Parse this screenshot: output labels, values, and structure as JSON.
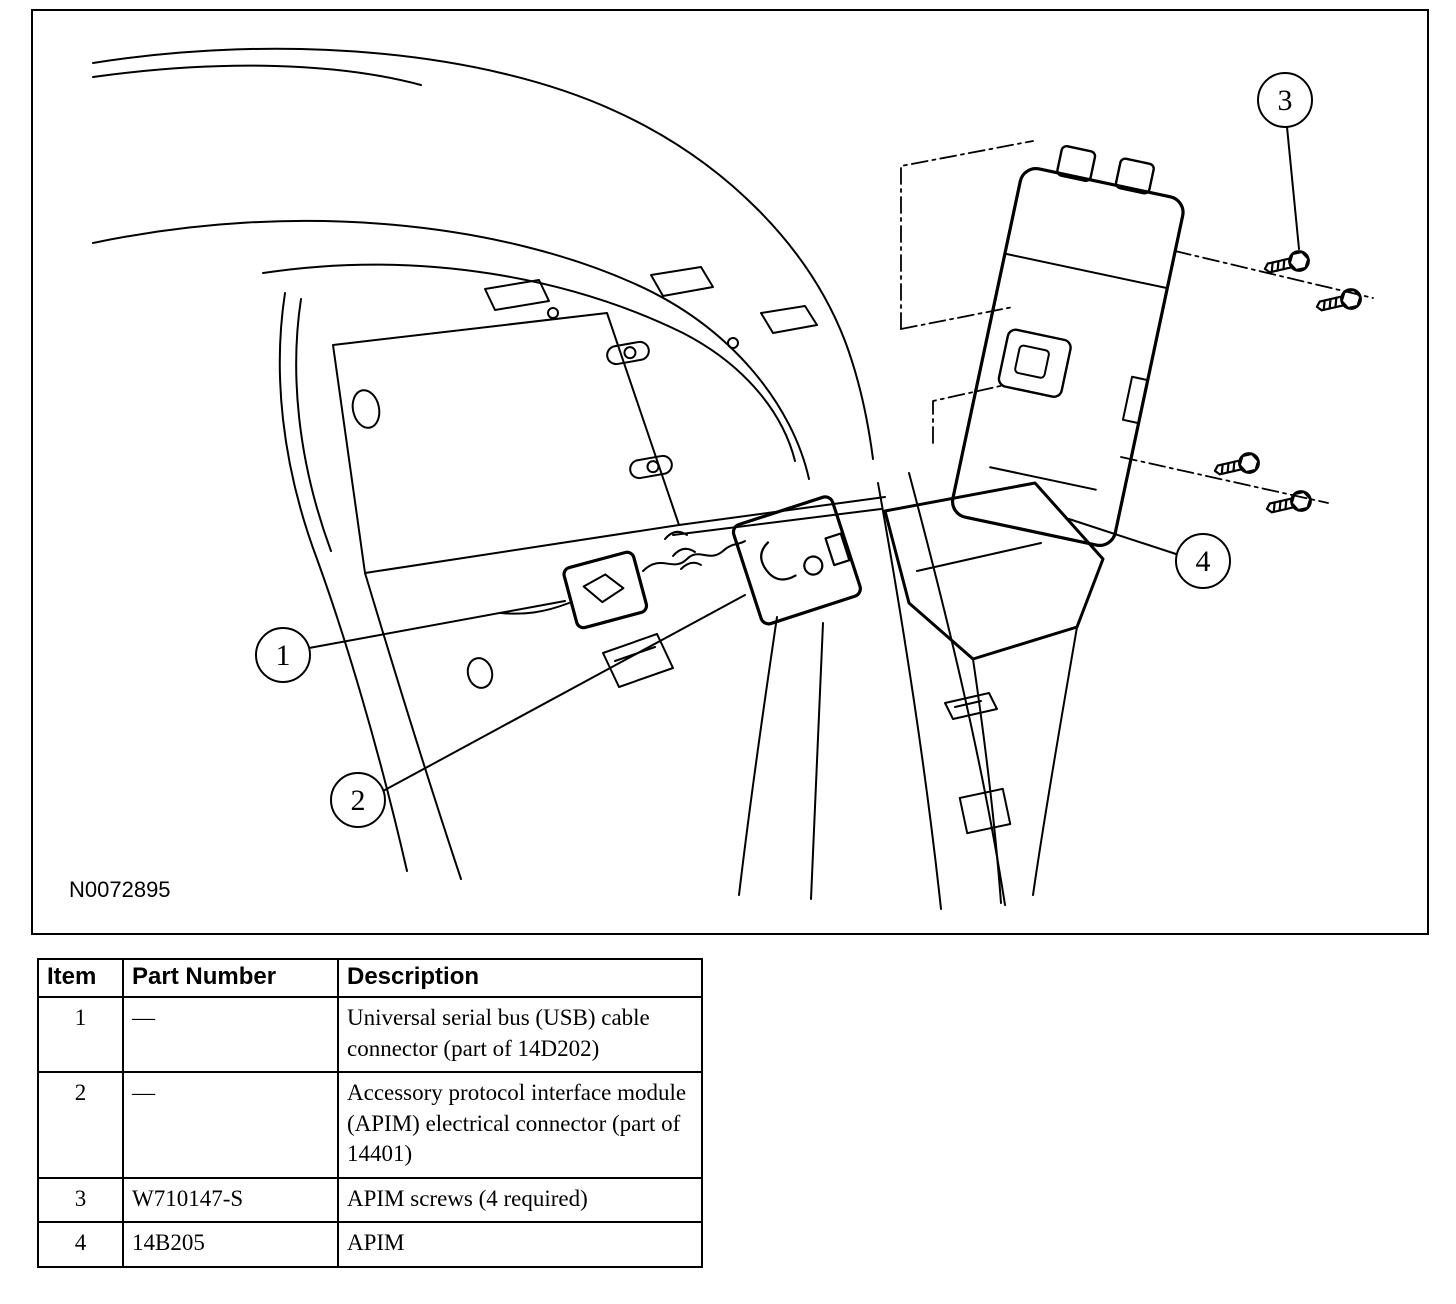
{
  "colors": {
    "ink": "#000000",
    "paper": "#ffffff"
  },
  "figure": {
    "id": "N0072895",
    "callouts": [
      {
        "num": "1"
      },
      {
        "num": "2"
      },
      {
        "num": "3"
      },
      {
        "num": "4"
      }
    ]
  },
  "parts_table": {
    "headers": [
      "Item",
      "Part Number",
      "Description"
    ],
    "rows": [
      {
        "item": "1",
        "part_number": "—",
        "description": "Universal serial bus (USB) cable connector (part of 14D202)"
      },
      {
        "item": "2",
        "part_number": "—",
        "description": "Accessory protocol interface module (APIM) electrical connector (part of 14401)"
      },
      {
        "item": "3",
        "part_number": "W710147-S",
        "description": "APIM screws (4 required)"
      },
      {
        "item": "4",
        "part_number": "14B205",
        "description": "APIM"
      }
    ]
  }
}
